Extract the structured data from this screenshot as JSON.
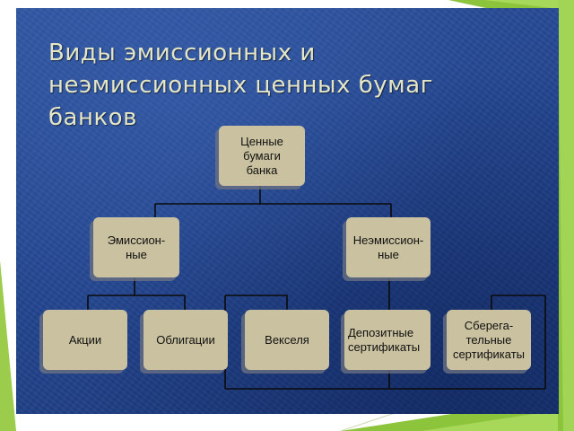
{
  "slide": {
    "title": "Виды эмиссионных и\nнеэмиссионных ценных бумаг\nбанков"
  },
  "diagram": {
    "root": "Ценные\nбумаги\nбанка",
    "emission": "Эмиссион-\nные",
    "non_emission": "Неэмиссион-\nные",
    "shares": "Акции",
    "bonds": "Облигации",
    "bills": "Векселя",
    "deposit_certificates": "Депозитные\nсертификаты",
    "savings_certificates": "Сберега-\nтельные\nсертификаты"
  },
  "colors": {
    "slide_background": "#234690",
    "box_fill": "#c9c19f",
    "title_text": "#e4e6c6",
    "accent_green": "#8cc43c"
  }
}
